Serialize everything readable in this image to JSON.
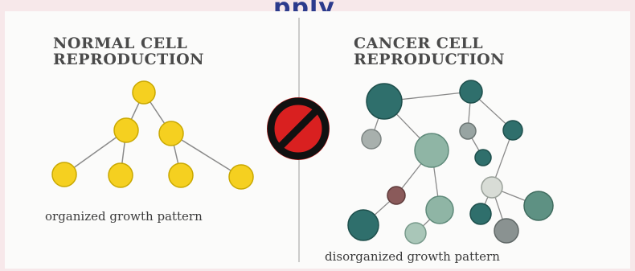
{
  "header": {
    "title": "pply"
  },
  "left_panel": {
    "heading_line1": "NORMAL CELL",
    "heading_line2": "REPRODUCTION",
    "caption": "organized growth pattern"
  },
  "right_panel": {
    "heading_line1": "CANCER CELL",
    "heading_line2": "REPRODUCTION",
    "caption": "disorganized growth pattern"
  },
  "colors": {
    "normal_cell": "#f5d020",
    "normal_cell_stroke": "#c9a800",
    "prohibition_red": "#d92020",
    "cancer_dark_teal": "#2f6f6c",
    "cancer_green": "#8fb5a5",
    "cancer_grey": "#a8b0ad",
    "cancer_pale": "#d8dcd6",
    "cancer_maroon": "#8a5a5a"
  },
  "icons": {
    "center": "prohibition-icon"
  }
}
